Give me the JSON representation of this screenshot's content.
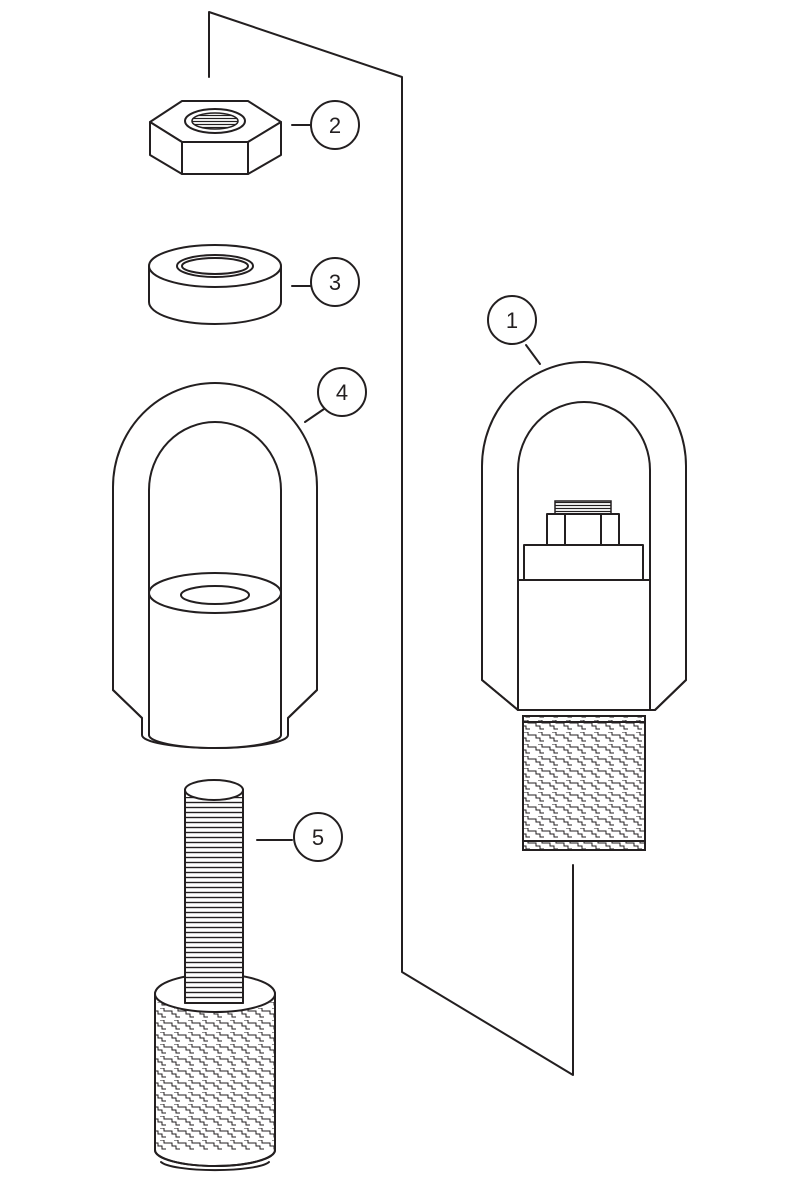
{
  "diagram": {
    "line_color": "#231f20",
    "background": "#ffffff",
    "callouts": [
      {
        "id": "1",
        "label": "1",
        "part": "assembled-swivel-eye-bolt"
      },
      {
        "id": "2",
        "label": "2",
        "part": "hex-nut"
      },
      {
        "id": "3",
        "label": "3",
        "part": "bearing-washer"
      },
      {
        "id": "4",
        "label": "4",
        "part": "lifting-eye"
      },
      {
        "id": "5",
        "label": "5",
        "part": "threaded-bolt-with-knurled-base"
      }
    ]
  }
}
